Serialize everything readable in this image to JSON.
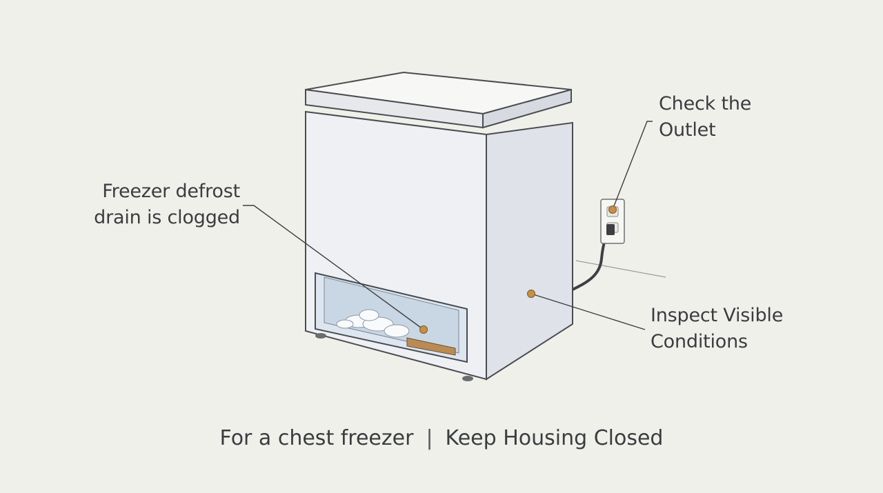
{
  "callouts": {
    "drain": {
      "line1": "Freezer defrost",
      "line2": "drain is clogged"
    },
    "outlet": {
      "line1": "Check the",
      "line2": "Outlet"
    },
    "inspect": {
      "line1": "Inspect Visible",
      "line2": "Conditions"
    }
  },
  "footer": {
    "left": "For a chest freezer",
    "separator": "|",
    "right": "Keep Housing Closed"
  },
  "colors": {
    "background": "#f0f0ea",
    "marker": "#c98f45",
    "line": "#3a3d40",
    "body": "#eceef2"
  }
}
